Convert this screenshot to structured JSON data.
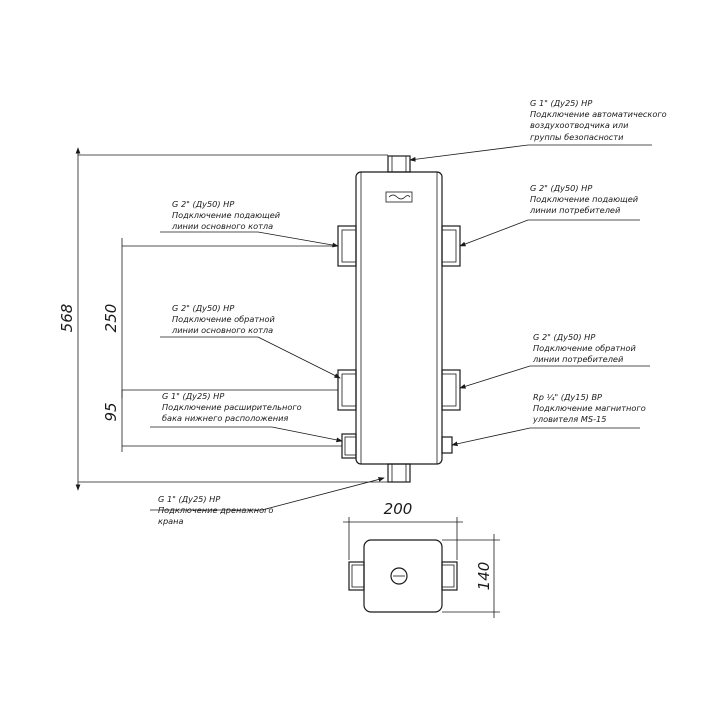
{
  "callouts": {
    "top_vent": {
      "line1": "G 1\" (Ду25) НР",
      "line2": "Подключение автоматического",
      "line3": "воздухоотводчика или",
      "line4": "группы безопасности"
    },
    "boiler_supply": {
      "line1": "G 2\" (Ду50) НР",
      "line2": "Подключение подающей",
      "line3": "линии основного котла"
    },
    "consumer_supply": {
      "line1": "G 2\" (Ду50) НР",
      "line2": "Подключение подающей",
      "line3": "линии потребителей"
    },
    "boiler_return": {
      "line1": "G 2\" (Ду50) НР",
      "line2": "Подключение обратной",
      "line3": "линии основного котла"
    },
    "consumer_return": {
      "line1": "G 2\" (Ду50) НР",
      "line2": "Подключение обратной",
      "line3": "линии потребителей"
    },
    "expansion_tank": {
      "line1": "G 1\" (Ду25) НР",
      "line2": "Подключение расширительного",
      "line3": "бака нижнего расположения"
    },
    "magnetic_trap": {
      "line1": "Rp ¼\" (Ду15) ВР",
      "line2": "Подключение магнитного",
      "line3": "уловителя MS-15"
    },
    "drain": {
      "line1": "G 1\" (Ду25) НР",
      "line2": "Подключение дренажного",
      "line3": "крана"
    }
  },
  "dimensions": {
    "overall_height": "568",
    "upper_spacing": "250",
    "lower_spacing": "95",
    "width": "200",
    "depth": "140"
  }
}
